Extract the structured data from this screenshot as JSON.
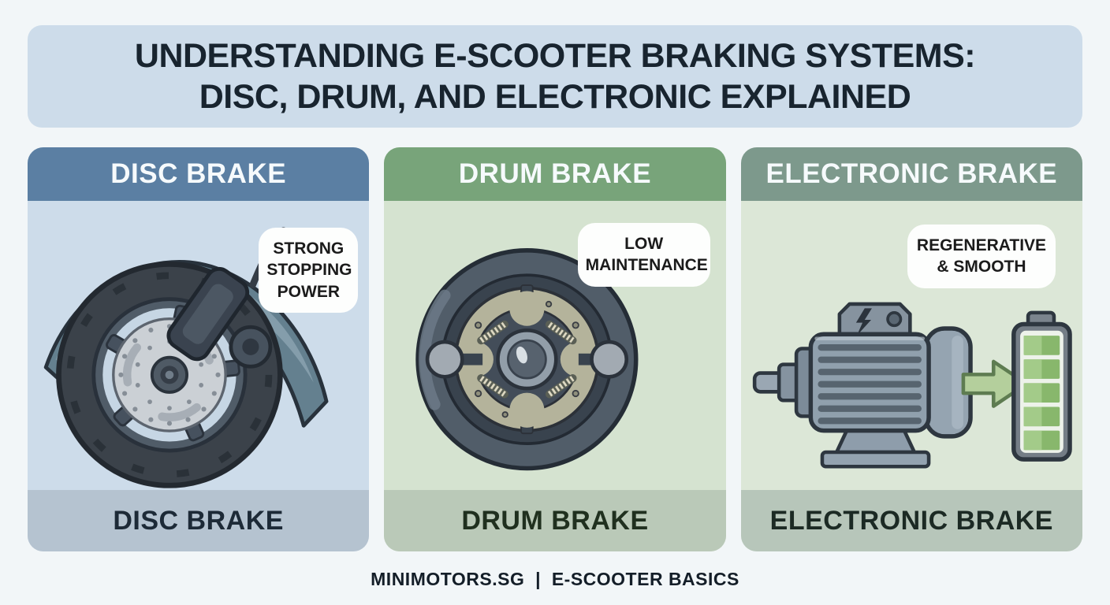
{
  "title": {
    "line1": "UNDERSTANDING E-SCOOTER BRAKING SYSTEMS:",
    "line2": "DISC, DRUM, AND ELECTRONIC EXPLAINED"
  },
  "colors": {
    "page_bg": "#f2f6f8",
    "title_bar_bg": "#cddcea",
    "title_text": "#18242f",
    "badge_bg": "#fdfefd",
    "badge_text": "#1b1b1b",
    "footer_text": "#141e28"
  },
  "panels": [
    {
      "id": "disc",
      "header": "DISC BRAKE",
      "badge": "STRONG STOPPING POWER",
      "footer_label": "DISC BRAKE",
      "illustration": "disc-brake-wheel-illustration",
      "colors": {
        "header": "#5b7fa3",
        "body": "#cddcea",
        "band": "#b5c3d0",
        "label": "#1d2a37"
      }
    },
    {
      "id": "drum",
      "header": "DRUM BRAKE",
      "badge": "LOW MAINTENANCE",
      "footer_label": "DRUM BRAKE",
      "illustration": "drum-brake-hub-illustration",
      "colors": {
        "header": "#78a47a",
        "body": "#d5e3d0",
        "band": "#bac9b8",
        "label": "#20301f"
      }
    },
    {
      "id": "electronic",
      "header": "ELECTRONIC BRAKE",
      "badge": "REGENERATIVE & SMOOTH",
      "footer_label": "ELECTRONIC BRAKE",
      "illustration": "motor-to-battery-illustration",
      "colors": {
        "header": "#7d998c",
        "body": "#dce7d7",
        "band": "#b7c6ba",
        "label": "#1c2a24"
      }
    }
  ],
  "footer": {
    "text": "MINIMOTORS.SG  |  E-SCOOTER BASICS"
  }
}
